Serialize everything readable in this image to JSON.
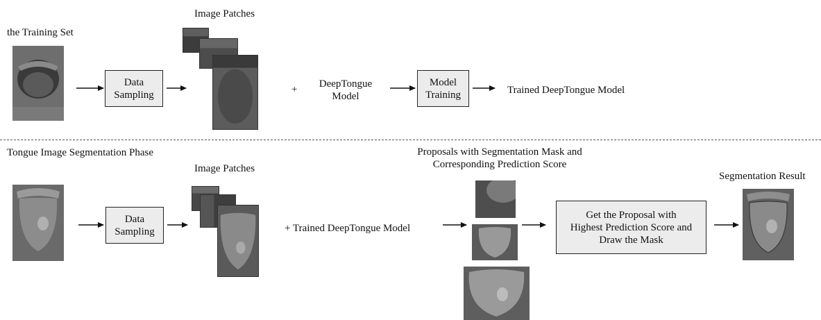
{
  "training_phase": {
    "title": "the Training Set",
    "patches_label": "Image Patches",
    "data_sampling_line1": "Data",
    "data_sampling_line2": "Sampling",
    "plus": "+",
    "model_line1": "DeepTongue",
    "model_line2": "Model",
    "training_line1": "Model",
    "training_line2": "Training",
    "result": "Trained DeepTongue Model"
  },
  "segmentation_phase": {
    "title": "Tongue Image Segmentation Phase",
    "patches_label": "Image Patches",
    "data_sampling_line1": "Data",
    "data_sampling_line2": "Sampling",
    "model": "+ Trained DeepTongue Model",
    "proposals_line1": "Proposals with Segmentation Mask and",
    "proposals_line2": "Corresponding Prediction Score",
    "select_line1": "Get the Proposal with",
    "select_line2": "Highest Prediction Score and",
    "select_line3": "Draw the Mask",
    "result_label": "Segmentation Result"
  }
}
